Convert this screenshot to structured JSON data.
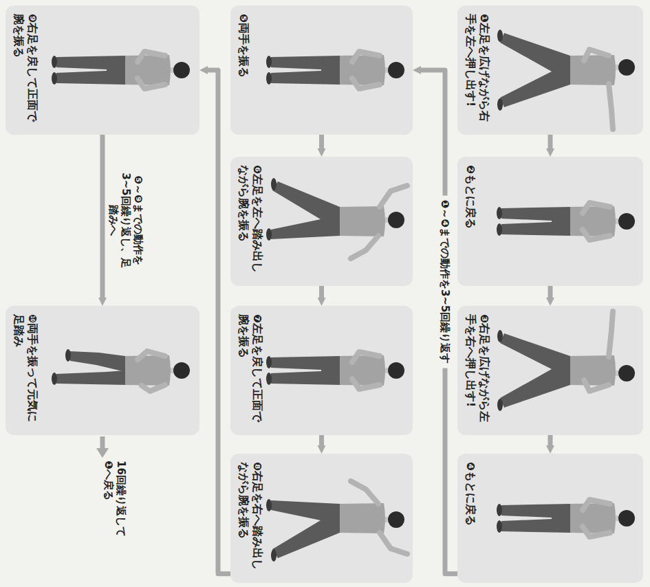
{
  "diagram": {
    "nodes": [
      {
        "text": [
          "❶左足を広げながら右手を左へ押し出す!"
        ]
      },
      {
        "text": [
          "❷もとに戻る"
        ]
      },
      {
        "text": [
          "❸右足を広げながら左手を右へ押し出す!"
        ]
      },
      {
        "text": [
          "❹もとに戻る"
        ]
      },
      {
        "text": [
          "❺両手を振る"
        ]
      },
      {
        "text": [
          "❻左足を左へ踏み出しながら腕を振る"
        ]
      },
      {
        "text": [
          "❼左足を戻して正面で腕を振る"
        ]
      },
      {
        "text": [
          "❽右足を右へ踏み出しながら腕を振る"
        ]
      },
      {
        "text": [
          "❾右足を戻して正面で腕を振る"
        ]
      },
      {
        "text": [
          "❿両手を振って元気に足踏み"
        ]
      }
    ],
    "edges": [
      {
        "from": 0,
        "to": 1,
        "arrow": "to"
      },
      {
        "from": 1,
        "to": 2,
        "arrow": "to"
      },
      {
        "from": 2,
        "to": 3,
        "arrow": "to"
      },
      {
        "from": 3,
        "to": 4,
        "label": "❶～❹までの動作を3~5回繰り返す",
        "arrow": "to"
      },
      {
        "from": 4,
        "to": 5,
        "arrow": "to"
      },
      {
        "from": 5,
        "to": 6,
        "arrow": "to"
      },
      {
        "from": 6,
        "to": 7,
        "arrow": "to"
      },
      {
        "from": 7,
        "to": 8,
        "arrow": "to"
      },
      {
        "from": 8,
        "to": 9,
        "label": "❺～❾までの動作を3~5回繰り返し、足踏みへ",
        "arrow": "to"
      }
    ],
    "labels": [
      "16回繰り返して❶へ戻る"
    ]
  }
}
